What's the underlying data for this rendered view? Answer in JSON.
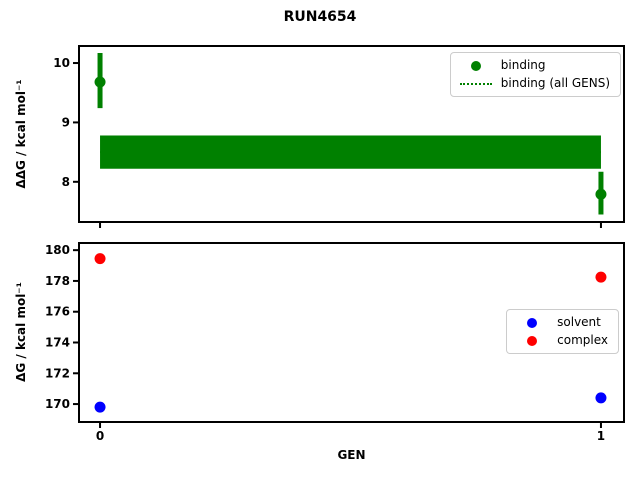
{
  "title": "RUN4654",
  "xlabel": "GEN",
  "chart_data": [
    {
      "type": "scatter",
      "ylabel": "ΔΔG / kcal mol⁻¹",
      "xlim": [
        -0.04,
        1.044
      ],
      "ylim": [
        7.34,
        10.27
      ],
      "yticks": [
        8,
        9,
        10
      ],
      "xticks": [
        0,
        1
      ],
      "xtick_labels_visible": false,
      "grid": false,
      "series": [
        {
          "name": "binding",
          "color": "#008000",
          "marker": "circle",
          "x": [
            0,
            1
          ],
          "y": [
            9.68,
            7.79
          ],
          "yerr_low": [
            0.44,
            0.34
          ],
          "yerr_high": [
            0.49,
            0.38
          ],
          "err_linewidth": 5
        }
      ],
      "band": {
        "name": "binding (all GENS)",
        "color": "#008000",
        "x_start": 0,
        "x_end": 1,
        "y_low": 8.22,
        "y_high": 8.78
      },
      "legend": {
        "position": "upper right",
        "items": [
          {
            "label": "binding",
            "marker": "dot",
            "color": "#008000"
          },
          {
            "label": "binding (all GENS)",
            "marker": "dotted-line",
            "color": "#008000"
          }
        ]
      }
    },
    {
      "type": "scatter",
      "ylabel": "ΔG / kcal mol⁻¹",
      "xlabel": "GEN",
      "xlim": [
        -0.04,
        1.044
      ],
      "ylim": [
        168.9,
        180.4
      ],
      "yticks": [
        170,
        172,
        174,
        176,
        178,
        180
      ],
      "xticks": [
        0,
        1
      ],
      "xtick_labels": [
        "0",
        "1"
      ],
      "xtick_labels_visible": true,
      "grid": false,
      "series": [
        {
          "name": "solvent",
          "color": "#0000ff",
          "marker": "circle",
          "x": [
            0,
            1
          ],
          "y": [
            169.8,
            170.4
          ],
          "yerr_low": [
            0,
            0
          ],
          "yerr_high": [
            0,
            0
          ],
          "err_linewidth": 3
        },
        {
          "name": "complex",
          "color": "#ff0000",
          "marker": "circle",
          "x": [
            0,
            1
          ],
          "y": [
            179.45,
            178.25
          ],
          "yerr_low": [
            0.25,
            0.1
          ],
          "yerr_high": [
            0.25,
            0.1
          ],
          "err_linewidth": 3
        }
      ],
      "legend": {
        "position": "center right",
        "items": [
          {
            "label": "solvent",
            "marker": "dot",
            "color": "#0000ff"
          },
          {
            "label": "complex",
            "marker": "dot",
            "color": "#ff0000"
          }
        ]
      }
    }
  ]
}
